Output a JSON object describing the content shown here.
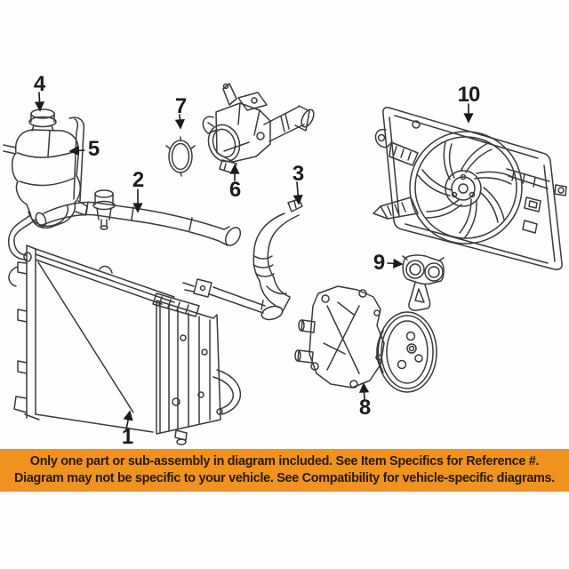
{
  "diagram": {
    "callouts": [
      {
        "label": "1"
      },
      {
        "label": "2"
      },
      {
        "label": "3"
      },
      {
        "label": "4"
      },
      {
        "label": "5"
      },
      {
        "label": "6"
      },
      {
        "label": "7"
      },
      {
        "label": "8"
      },
      {
        "label": "9"
      },
      {
        "label": "10"
      }
    ]
  },
  "banner": {
    "line1": "Only one part or sub-assembly in diagram included. See Item Specifics for Reference #.",
    "line2": "Diagram may not be specific to your vehicle. See Compatibility for vehicle-specific diagrams.",
    "background_color": "#F0921E",
    "text_color": "#2A1A05"
  }
}
